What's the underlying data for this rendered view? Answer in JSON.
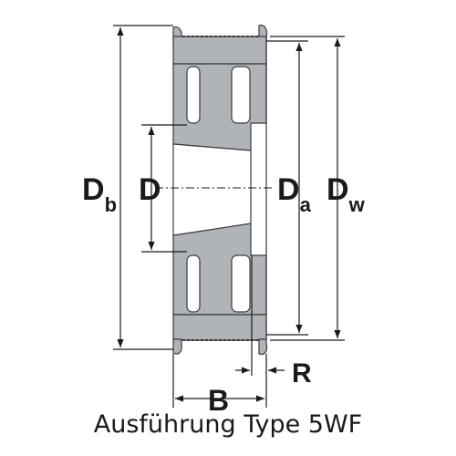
{
  "labels": {
    "db_main": "D",
    "db_sub": "b",
    "d": "D",
    "da_main": "D",
    "da_sub": "a",
    "dw_main": "D",
    "dw_sub": "w",
    "b": "B",
    "r": "R"
  },
  "caption": "Ausführung Type 5WF",
  "colors": {
    "body_fill": "#b0b4b8",
    "outline": "#3a3a3a",
    "dim_line": "#1a1a1a"
  }
}
